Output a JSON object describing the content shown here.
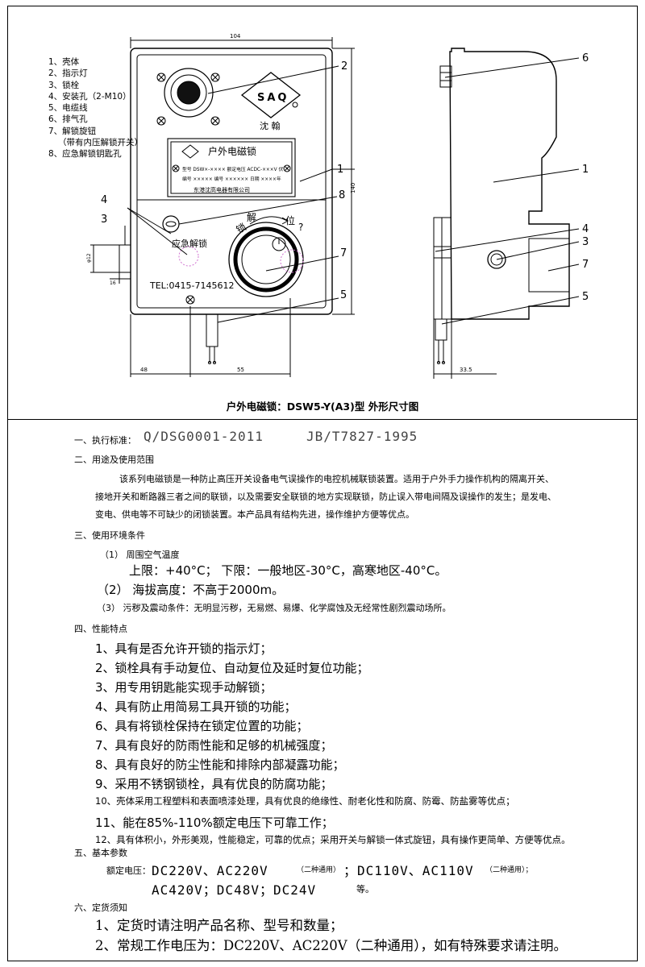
{
  "legend": [
    "1、壳体",
    "2、指示灯",
    "3、锁栓",
    "4、安装孔（2-M10）",
    "5、电缆线",
    "6、排气孔",
    "7、解锁旋钮",
    "（带有内压解锁开关）",
    "8、应急解锁钥匙孔"
  ],
  "drawing": {
    "dim_top": "104",
    "dim_height": "140",
    "dim_48": "48",
    "dim_55": "55",
    "dim_33_5": "33.5",
    "dim_phi12": "φ12",
    "dim_16": "16",
    "logo_letters": "SAQ",
    "logo_brand": "沈 翰",
    "nameplate_title": "户外电磁锁",
    "nameplate_line1": "型号 DSW×-××××  额定电压 ACDC-×××V 伏",
    "nameplate_line2": "编号 ××××× 编号 ××××××  日期 ××××年",
    "nameplate_company": "东港沈高电器有限公司",
    "label_unlock": "解",
    "label_reset": "位",
    "label_lock": "锁",
    "label_emergency": "应急解锁",
    "label_tel": "TEL:0415-7145612",
    "callouts_front": [
      "2",
      "1",
      "4",
      "8",
      "3",
      "7",
      "5"
    ],
    "callouts_side": [
      "6",
      "1",
      "4",
      "3",
      "7",
      "5"
    ]
  },
  "caption": "户外电磁锁：DSW5-Y(A3)型 外形尺寸图",
  "sections": {
    "s1_title": "一、执行标准：",
    "s1_std1": "Q/DSG0001-2011",
    "s1_std2": "JB/T7827-1995",
    "s2_title": "二、用途及使用范围",
    "s2_p1": "该系列电磁锁是一种防止高压开关设备电气误操作的电控机械联锁装置。适用于户外手力操作机构的隔离开关、",
    "s2_p2": "接地开关和断路器三者之间的联锁，以及需要安全联锁的地方实现联锁，防止误入带电间隔及误操作的发生；是发电、",
    "s2_p3": "变电、供电等不可缺少的闭锁装置。本产品具有结构先进，操作维护方便等优点。",
    "s3_title": "三、使用环境条件",
    "s3_i1": "（1）  周围空气温度",
    "s3_i1a": "上限：+40°C；   下限：一般地区-30°C，高寒地区-40°C。",
    "s3_i2": "（2）  海拔高度：不高于2000m。",
    "s3_i3": "（3）  污秽及震动条件：无明显污秽，无易燃、易爆、化学腐蚀及无经常性剧烈震动场所。",
    "s4_title": "四、性能特点",
    "s4_items": [
      "1、具有是否允许开锁的指示灯；",
      "2、锁栓具有手动复位、自动复位及延时复位功能；",
      "3、用专用钥匙能实现手动解锁；",
      "4、具有防止用简易工具开锁的功能；",
      "6、具有将锁栓保持在锁定位置的功能；",
      "7、具有良好的防雨性能和足够的机械强度；",
      "8、具有良好的防尘性能和排除内部凝露功能；",
      "9、采用不锈钢锁栓，具有优良的防腐功能；",
      "10、壳体采用工程塑料和表面喷漆处理，具有优良的绝缘性、耐老化性和防腐、防霉、防盐雾等优点；",
      "11、能在85%-110%额定电压下可靠工作；",
      "12、具有体积小，外形美观，性能稳定，可靠的优点；采用开关与解锁一体式旋钮，具有操作更简单、方便等优点。"
    ],
    "s5_title": "五、基本参数",
    "s5_label": "额定电压：",
    "s5_v1": "DC220V、AC220V",
    "s5_n1": "（二种通用）",
    "s5_v2": "；DC110V、AC110V",
    "s5_n2": "（二种通用）；",
    "s5_v3": "AC420V；DC48V；DC24V",
    "s5_v3end": "等。",
    "s6_title": "六、定货须知",
    "s6_i1": "1、定货时请注明产品名称、型号和数量；",
    "s6_i2": "2、常规工作电压为：DC220V、AC220V（二种通用），如有特殊要求请注明。"
  }
}
